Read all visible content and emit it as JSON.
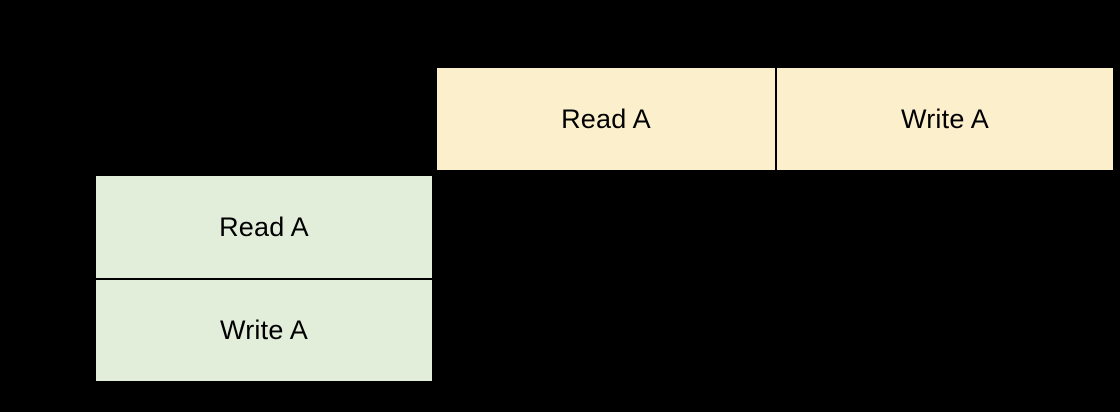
{
  "diagram": {
    "background_color": "#000000",
    "schedule": {
      "transactions": [
        {
          "id": "transaction-top",
          "orientation": "horizontal",
          "fill_color": "#fcefcc",
          "border_color": "#000000",
          "operations": [
            {
              "label": "Read A"
            },
            {
              "label": "Write A"
            }
          ]
        },
        {
          "id": "transaction-left",
          "orientation": "vertical",
          "fill_color": "#e2eeda",
          "border_color": "#000000",
          "operations": [
            {
              "label": "Read A"
            },
            {
              "label": "Write A"
            }
          ]
        }
      ]
    }
  }
}
